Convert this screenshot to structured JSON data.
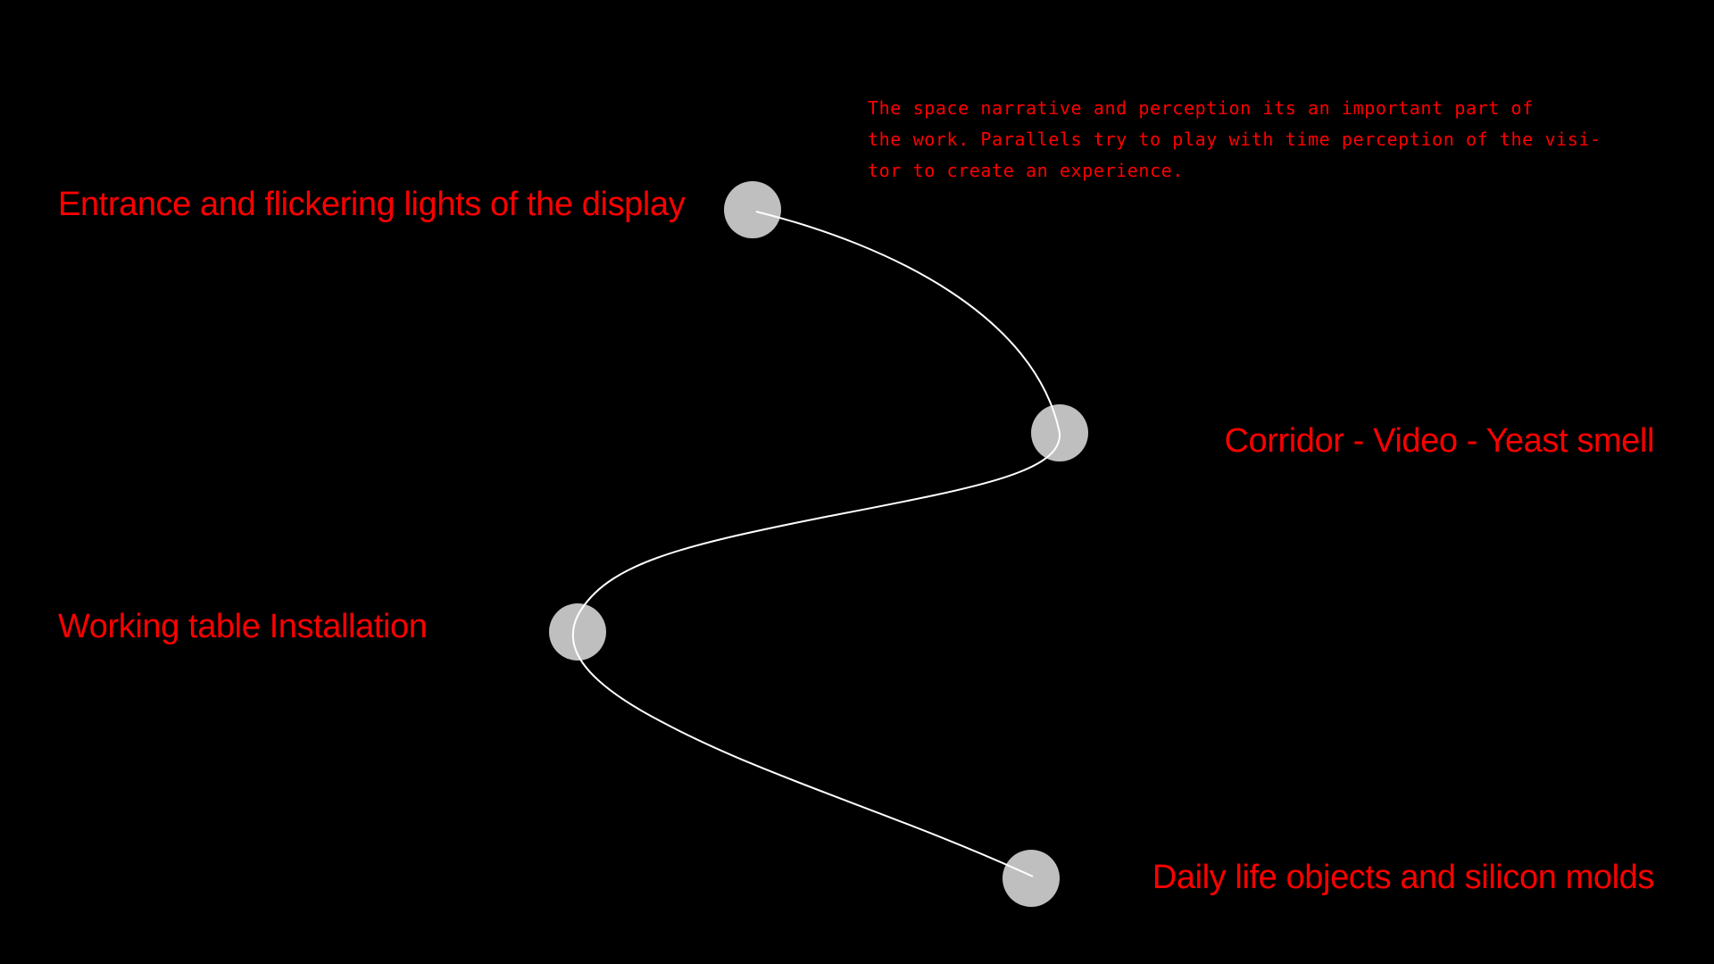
{
  "intro": {
    "lines": [
      "The space narrative and perception its an important part of",
      "the work. Parallels try to play with time perception of the visi-",
      "tor to create an experience."
    ]
  },
  "stages": [
    {
      "label": "Entrance and flickering lights of the display"
    },
    {
      "label": "Corridor - Video - Yeast smell"
    },
    {
      "label": "Working table Installation"
    },
    {
      "label": "Daily life objects and silicon molds"
    }
  ],
  "colors": {
    "background": "#000000",
    "text_accent": "#ff0000",
    "node_fill": "#bfbfbf",
    "path_stroke": "#ffffff"
  }
}
